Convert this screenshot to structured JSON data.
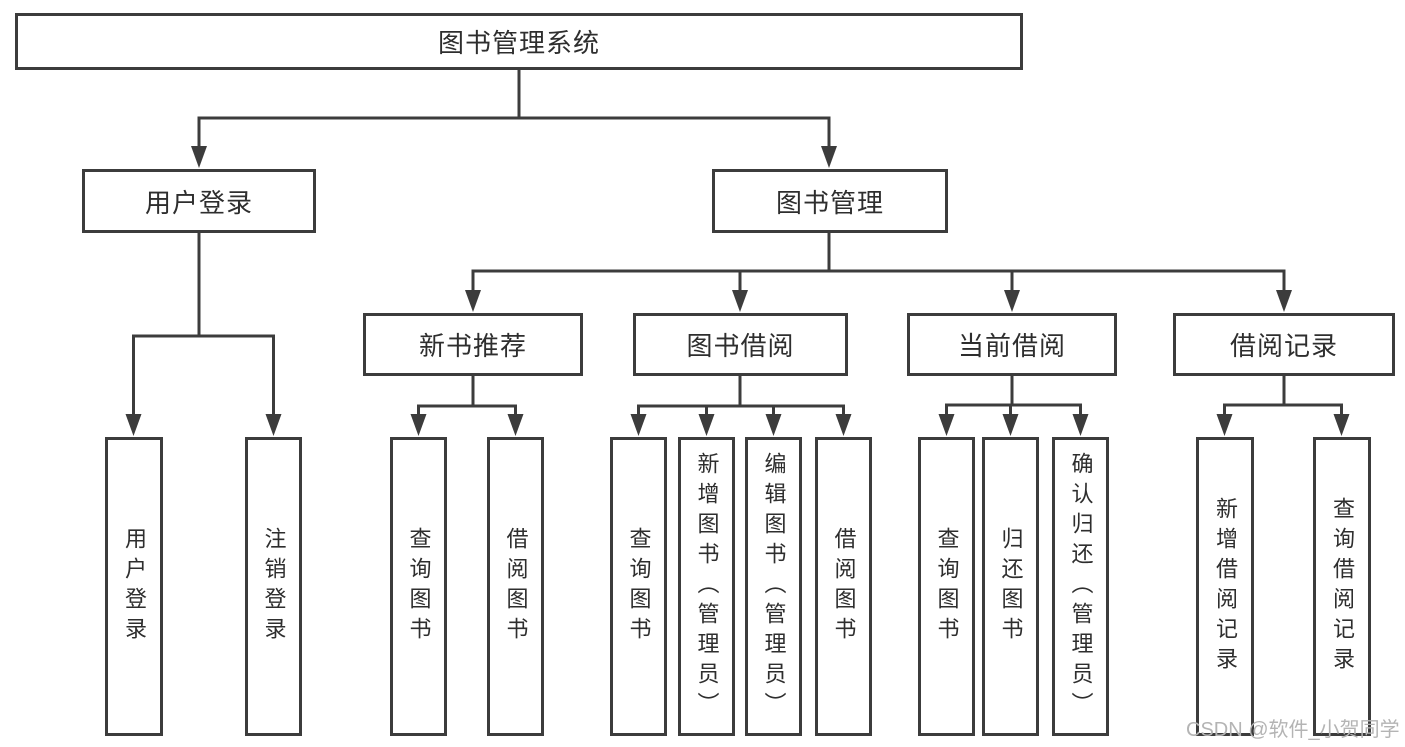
{
  "diagram": {
    "root": {
      "label": "图书管理系统"
    },
    "branches": [
      {
        "label": "用户登录",
        "children": [
          {
            "label": "用户登录"
          },
          {
            "label": "注销登录"
          }
        ]
      },
      {
        "label": "图书管理",
        "children": [
          {
            "label": "新书推荐",
            "children": [
              {
                "label": "查询图书"
              },
              {
                "label": "借阅图书"
              }
            ]
          },
          {
            "label": "图书借阅",
            "children": [
              {
                "label": "查询图书"
              },
              {
                "label": "新增图书（管理员）"
              },
              {
                "label": "编辑图书（管理员）"
              },
              {
                "label": "借阅图书"
              }
            ]
          },
          {
            "label": "当前借阅",
            "children": [
              {
                "label": "查询图书"
              },
              {
                "label": "归还图书"
              },
              {
                "label": "确认归还（管理员）"
              }
            ]
          },
          {
            "label": "借阅记录",
            "children": [
              {
                "label": "新增借阅记录"
              },
              {
                "label": "查询借阅记录"
              }
            ]
          }
        ]
      }
    ]
  },
  "watermark": {
    "text": "CSDN @软件_小贺同学"
  },
  "colors": {
    "background": "#ffffff",
    "line": "#3c3c3c",
    "border": "#3c3c3c",
    "text": "#2e2e2e",
    "watermark": "#b4b4b4"
  }
}
